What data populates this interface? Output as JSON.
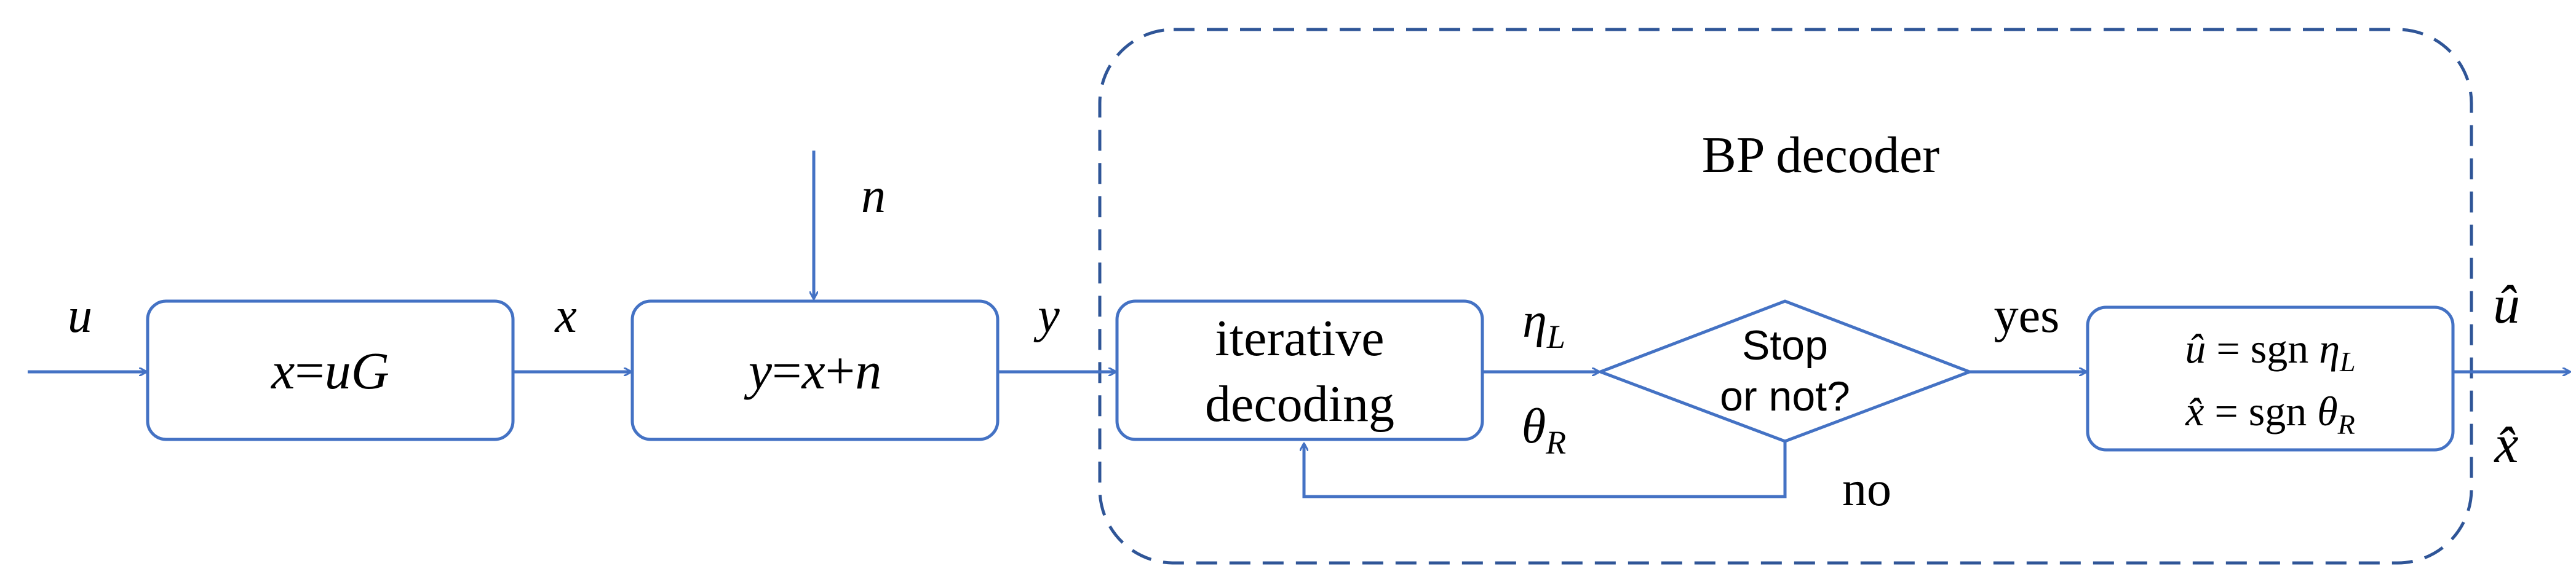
{
  "colors": {
    "line": "#4472C4",
    "dashed": "#2F5597",
    "text": "#000000",
    "background": "#ffffff"
  },
  "signals": {
    "u": "u",
    "x": "x",
    "n": "n",
    "y": "y",
    "eta": "η",
    "eta_sub": "L",
    "theta": "θ",
    "theta_sub": "R",
    "u_hat": "û",
    "x_hat": "x̂"
  },
  "blocks": {
    "encoder": {
      "lhs": "x",
      "eq": "=",
      "rhs": "uG"
    },
    "channel": {
      "lhs": "y",
      "eq": "=",
      "rhs_a": "x",
      "plus": "+",
      "rhs_b": "n"
    },
    "iterative_line1": "iterative",
    "iterative_line2": "decoding",
    "decision_line1": "Stop",
    "decision_line2": "or not?",
    "output": {
      "line1_lhs": "û",
      "line1_eq": " = sgn ",
      "line1_var": "η",
      "line1_sub": "L",
      "line2_lhs": "x̂",
      "line2_eq": " = sgn ",
      "line2_var": "θ",
      "line2_sub": "R"
    }
  },
  "labels": {
    "bp_decoder": "BP decoder",
    "yes": "yes",
    "no": "no"
  }
}
